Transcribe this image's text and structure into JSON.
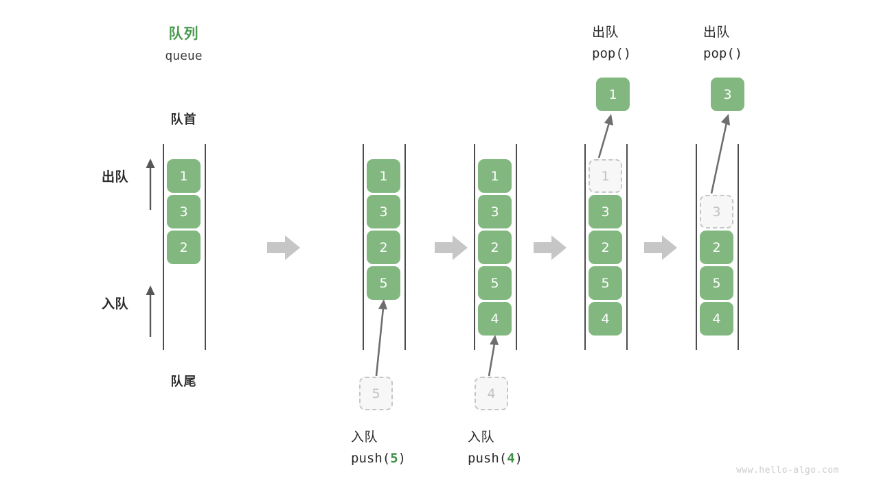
{
  "meta": {
    "watermark": "www.hello-algo.com",
    "colors": {
      "element_green": "#82b880",
      "title_green": "#4a9a4f",
      "code_green": "#3f8f45",
      "rail_gray": "#4c4c4c",
      "ghost_gray": "#c6c6c6",
      "flow_arrow_gray": "#c6c6c6",
      "text_dark": "#2b2b2b",
      "watermark_gray": "#cccccc"
    }
  },
  "header": {
    "title_cn": "队列",
    "title_code": "queue",
    "front_label": "队首",
    "rear_label": "队尾"
  },
  "side_labels": {
    "dequeue": "出队",
    "enqueue": "入队"
  },
  "columns": [
    {
      "id": "initial",
      "items": [
        "1",
        "3",
        "2"
      ],
      "ghost_index": -1,
      "op_cn": "",
      "op_code": "",
      "op_code_arg": "",
      "incoming": null,
      "popped": null
    },
    {
      "id": "push-5",
      "items": [
        "1",
        "3",
        "2",
        "5"
      ],
      "ghost_index": -1,
      "op_cn": "入队",
      "op_code_prefix": "push(",
      "op_code_arg": "5",
      "op_code_suffix": ")",
      "incoming": "5",
      "popped": null
    },
    {
      "id": "push-4",
      "items": [
        "1",
        "3",
        "2",
        "5",
        "4"
      ],
      "ghost_index": -1,
      "op_cn": "入队",
      "op_code_prefix": "push(",
      "op_code_arg": "4",
      "op_code_suffix": ")",
      "incoming": "4",
      "popped": null
    },
    {
      "id": "pop-1",
      "items": [
        "1",
        "3",
        "2",
        "5",
        "4"
      ],
      "ghost_index": 0,
      "op_cn": "出队",
      "op_code_prefix": "pop(",
      "op_code_arg": "",
      "op_code_suffix": ")",
      "incoming": null,
      "popped": "1"
    },
    {
      "id": "pop-3",
      "items": [
        "3",
        "2",
        "5",
        "4"
      ],
      "ghost_index": 0,
      "op_cn": "出队",
      "op_code_prefix": "pop(",
      "op_code_arg": "",
      "op_code_suffix": ")",
      "incoming": null,
      "popped": "3"
    }
  ]
}
